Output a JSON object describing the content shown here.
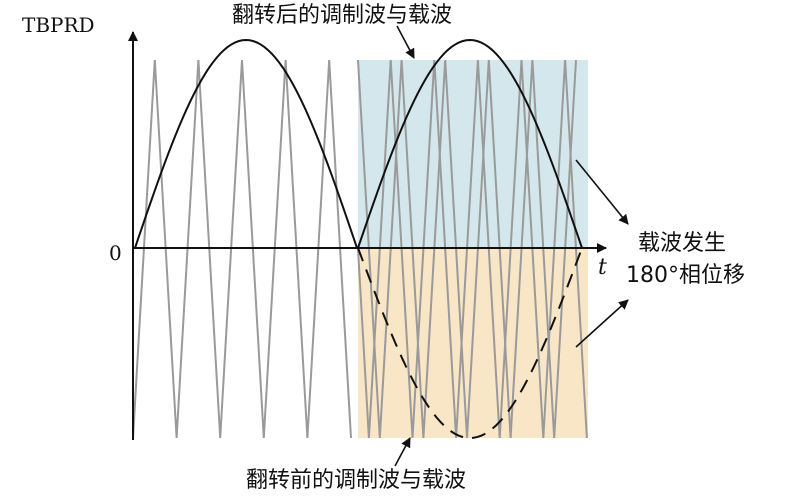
{
  "labels": {
    "y_axis": "TBPRD",
    "origin": "0",
    "x_axis": "t",
    "top_caption": "翻转后的调制波与载波",
    "bottom_caption": "翻转前的调制波与载波",
    "right_line1": "载波发生",
    "right_line2": "180°相位移"
  },
  "colors": {
    "region_upper": "#d3e7ec",
    "region_lower": "#f8e6c6",
    "carrier": "#9a9a9a",
    "modulating": "#111111",
    "axis": "#111111"
  }
}
